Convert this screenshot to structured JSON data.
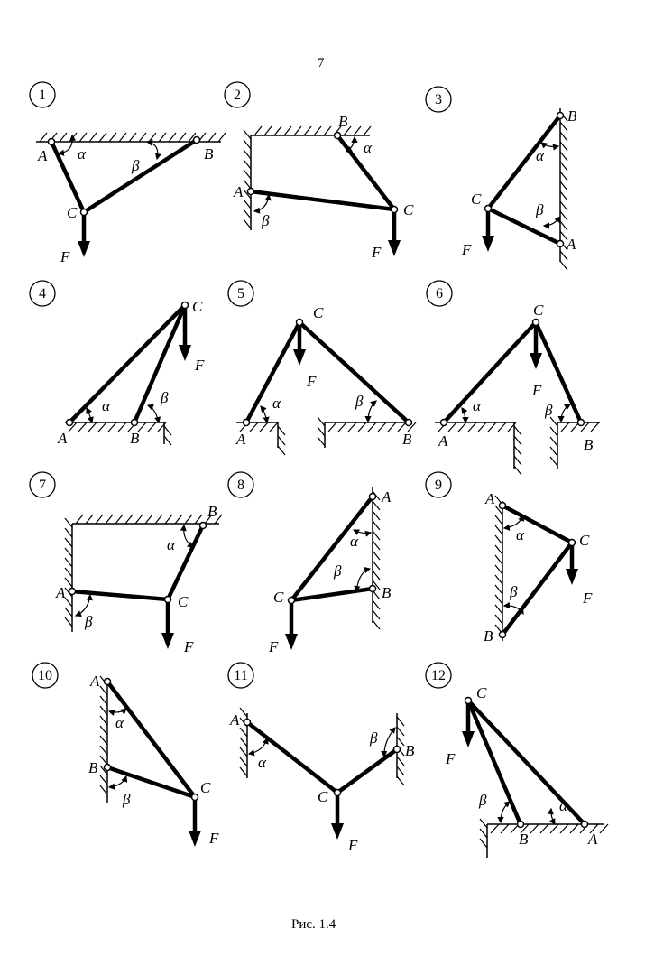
{
  "page_number": "7",
  "caption": "Рис. 1.4",
  "diagrams": [
    {
      "number": "1",
      "labels": {
        "A": "A",
        "B": "B",
        "C": "C",
        "F": "F",
        "alpha": "α",
        "beta": "β"
      }
    },
    {
      "number": "2",
      "labels": {
        "A": "A",
        "B": "B",
        "C": "C",
        "F": "F",
        "alpha": "α",
        "beta": "β"
      }
    },
    {
      "number": "3",
      "labels": {
        "A": "A",
        "B": "B",
        "C": "C",
        "F": "F",
        "alpha": "α",
        "beta": "β"
      }
    },
    {
      "number": "4",
      "labels": {
        "A": "A",
        "B": "B",
        "C": "C",
        "F": "F",
        "alpha": "α",
        "beta": "β"
      }
    },
    {
      "number": "5",
      "labels": {
        "A": "A",
        "B": "B",
        "C": "C",
        "F": "F",
        "alpha": "α",
        "beta": "β"
      }
    },
    {
      "number": "6",
      "labels": {
        "A": "A",
        "B": "B",
        "C": "C",
        "F": "F",
        "alpha": "α",
        "beta": "β"
      }
    },
    {
      "number": "7",
      "labels": {
        "A": "A",
        "B": "B",
        "C": "C",
        "F": "F",
        "alpha": "α",
        "beta": "β"
      }
    },
    {
      "number": "8",
      "labels": {
        "A": "A",
        "B": "B",
        "C": "C",
        "F": "F",
        "alpha": "α",
        "beta": "β"
      }
    },
    {
      "number": "9",
      "labels": {
        "A": "A",
        "B": "B",
        "C": "C",
        "F": "F",
        "alpha": "α",
        "beta": "β"
      }
    },
    {
      "number": "10",
      "labels": {
        "A": "A",
        "B": "B",
        "C": "C",
        "F": "F",
        "alpha": "α",
        "beta": "β"
      }
    },
    {
      "number": "11",
      "labels": {
        "A": "A",
        "B": "B",
        "C": "C",
        "F": "F",
        "alpha": "α",
        "beta": "β"
      }
    },
    {
      "number": "12",
      "labels": {
        "A": "A",
        "B": "B",
        "C": "C",
        "F": "F",
        "alpha": "α",
        "beta": "β"
      }
    }
  ]
}
